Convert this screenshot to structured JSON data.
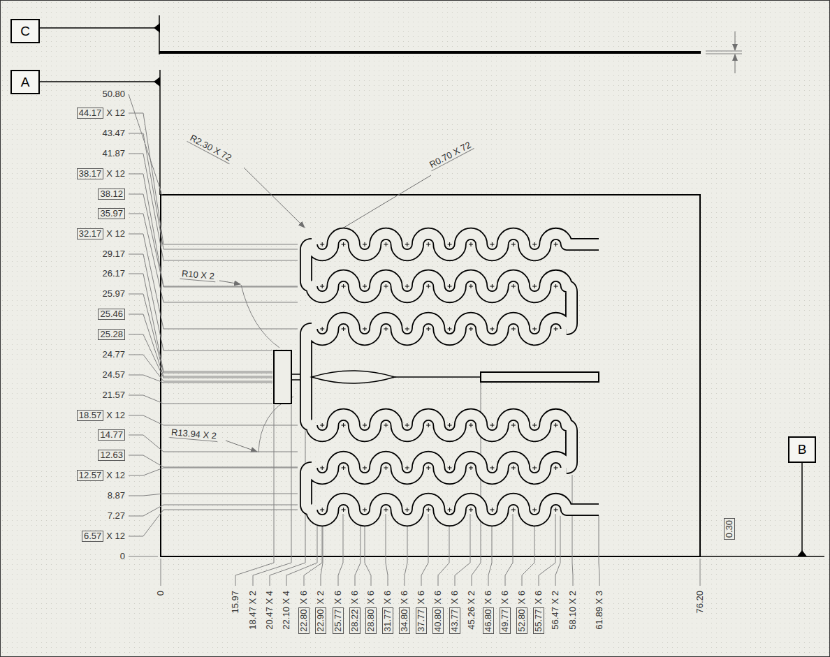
{
  "diagram": {
    "nodes": [
      {
        "text": [
          "C"
        ]
      },
      {
        "text": [
          "A"
        ]
      },
      {
        "text": [
          "B"
        ]
      }
    ],
    "labels": [
      "50.80",
      "44.17",
      "X 12",
      "43.47",
      "41.87",
      "38.17",
      "X 12",
      "38.12",
      "35.97",
      "32.17",
      "X 12",
      "29.17",
      "26.17",
      "25.97",
      "25.46",
      "25.28",
      "24.77",
      "24.57",
      "21.57",
      "18.57",
      "X 12",
      "14.77",
      "12.63",
      "12.57",
      "X 12",
      "8.87",
      "7.27",
      "6.57",
      "X 12",
      "0",
      "R2.30 X 72",
      "R0.70 X 72",
      "R10 X 2",
      "R13.94 X 2",
      "0",
      "15.97",
      "18.47 X 2",
      "20.47 X 4",
      "22.10 X 4",
      "22.80",
      "X 6",
      "22.90",
      "X 2",
      "25.77",
      "X 6",
      "28.22",
      "X 6",
      "28.80",
      "X 6",
      "31.77",
      "X 6",
      "34.80",
      "X 6",
      "37.77",
      "X 6",
      "40.80",
      "X 6",
      "43.77",
      "X 6",
      "45.26 X 2",
      "46.80",
      "X 6",
      "49.77",
      "X 6",
      "52.80",
      "X 6",
      "55.77",
      "X 6",
      "56.47 X 2",
      "58.10 X 2",
      "61.89 X 3",
      "76.20",
      "0.30"
    ]
  }
}
